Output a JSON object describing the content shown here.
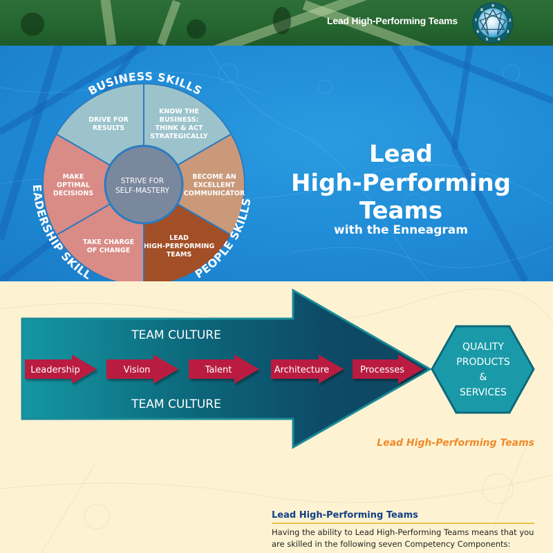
{
  "header": {
    "title": "Lead High-Performing Teams",
    "logo": {
      "name": "enneagram-logo",
      "numbers": [
        "9",
        "1",
        "2",
        "3",
        "4",
        "5",
        "6",
        "7",
        "8"
      ]
    }
  },
  "hero": {
    "title_line1": "Lead",
    "title_line2": "High-Performing",
    "title_line3": "Teams",
    "subtitle": "with the Enneagram"
  },
  "wheel": {
    "center_label_line1": "STRIVE FOR",
    "center_label_line2": "SELF-MASTERY",
    "arc_labels": {
      "business": "BUSINESS SKILLS",
      "people": "PEOPLE SKILLS",
      "leadership": "LEADERSHIP SKILLS"
    },
    "segments": [
      {
        "id": "know-the-business",
        "lines": [
          "KNOW THE",
          "BUSINESS:",
          "THINK & ACT",
          "STRATEGICALLY"
        ],
        "color": "#9cc3cb",
        "highlighted": false
      },
      {
        "id": "become-excellent-communicator",
        "lines": [
          "BECOME AN",
          "EXCELLENT",
          "COMMUNICATOR"
        ],
        "color": "#c9997a",
        "highlighted": false
      },
      {
        "id": "lead-high-performing-teams",
        "lines": [
          "LEAD",
          "HIGH-PERFORMING",
          "TEAMS"
        ],
        "color": "#a24e26",
        "highlighted": true
      },
      {
        "id": "take-charge-of-change",
        "lines": [
          "TAKE CHARGE",
          "OF CHANGE"
        ],
        "color": "#d98b86",
        "highlighted": false
      },
      {
        "id": "make-optimal-decisions",
        "lines": [
          "MAKE",
          "OPTIMAL",
          "DECISIONS"
        ],
        "color": "#d98b86",
        "highlighted": false
      },
      {
        "id": "drive-for-results",
        "lines": [
          "DRIVE FOR",
          "RESULTS"
        ],
        "color": "#9cc3cb",
        "highlighted": false
      }
    ]
  },
  "flow": {
    "culture_top": "TEAM CULTURE",
    "culture_bottom": "TEAM CULTURE",
    "steps": [
      "Leadership",
      "Vision",
      "Talent",
      "Architecture",
      "Processes"
    ],
    "outcome_lines": [
      "QUALITY",
      "PRODUCTS",
      "&",
      "SERVICES"
    ],
    "caption": "Lead High-Performing Teams"
  },
  "section": {
    "heading": "Lead High-Performing Teams",
    "body": "Having the ability to Lead High-Performing Teams means that you are skilled in the following seven Competency Components:"
  },
  "colors": {
    "header_green": "#256530",
    "hero_blue": "#1f8ad6",
    "cream": "#fdf3d3",
    "arrow_teal_light": "#1497a3",
    "arrow_teal_dark": "#0e4660",
    "step_red": "#b91f40",
    "hexagon_teal": "#1a9aa8",
    "caption_orange": "#f08a2a",
    "heading_navy": "#123f85",
    "rule_gold": "#e8c44a",
    "center_gray": "#7a889e"
  }
}
